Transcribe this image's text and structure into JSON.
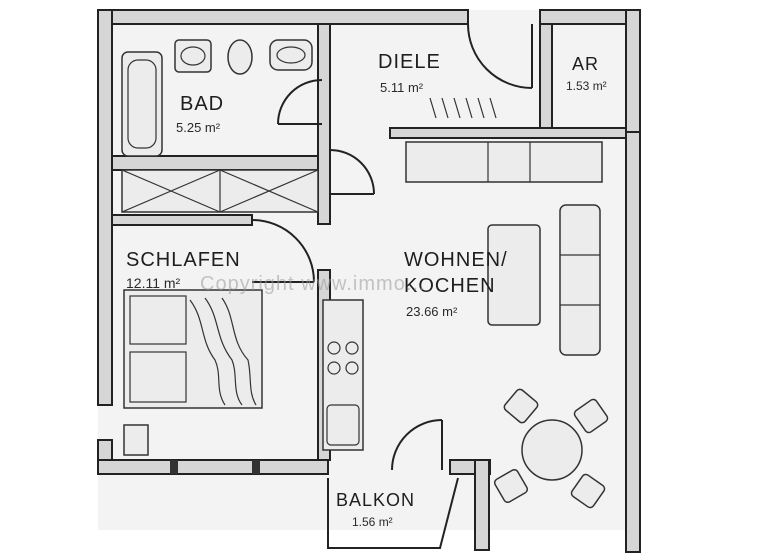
{
  "rooms": {
    "bad": {
      "name": "BAD",
      "area": "5.25 m²"
    },
    "diele": {
      "name": "DIELE",
      "area": "5.11 m²"
    },
    "ar": {
      "name": "AR",
      "area": "1.53 m²"
    },
    "schlafen": {
      "name": "SCHLAFEN",
      "area": "12.11 m²"
    },
    "wohnen": {
      "name_line1": "WOHNEN/",
      "name_line2": "KOCHEN",
      "area": "23.66 m²"
    },
    "balkon": {
      "name": "BALKON",
      "area": "1.56 m²"
    }
  },
  "watermark": "Copyright www.immo..."
}
